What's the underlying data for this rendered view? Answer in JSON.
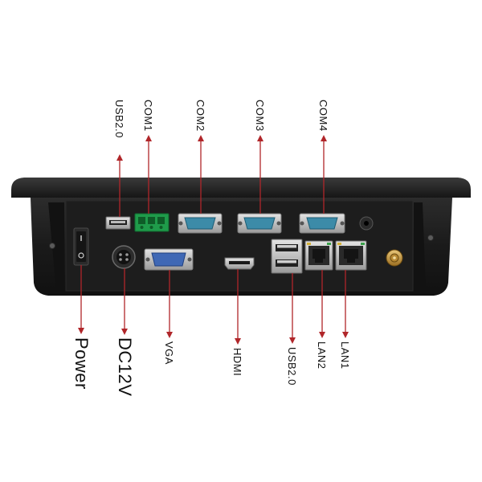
{
  "labels": {
    "top": {
      "usb_top": "USB2.0",
      "com1": "COM1",
      "com2": "COM2",
      "com3": "COM3",
      "com4": "COM4"
    },
    "bottom": {
      "power": "Power",
      "dc12v": "DC12V",
      "vga": "VGA",
      "hdmi": "HDMI",
      "usb_bottom": "USB2.0",
      "lan2": "LAN2",
      "lan1": "LAN1"
    }
  },
  "colors": {
    "arrow": "#b0262a",
    "device": "#1c1c1c",
    "serial_port": "#3c8ba8",
    "terminal_block": "#1f9b4a",
    "vga_port": "#3f68b5"
  }
}
